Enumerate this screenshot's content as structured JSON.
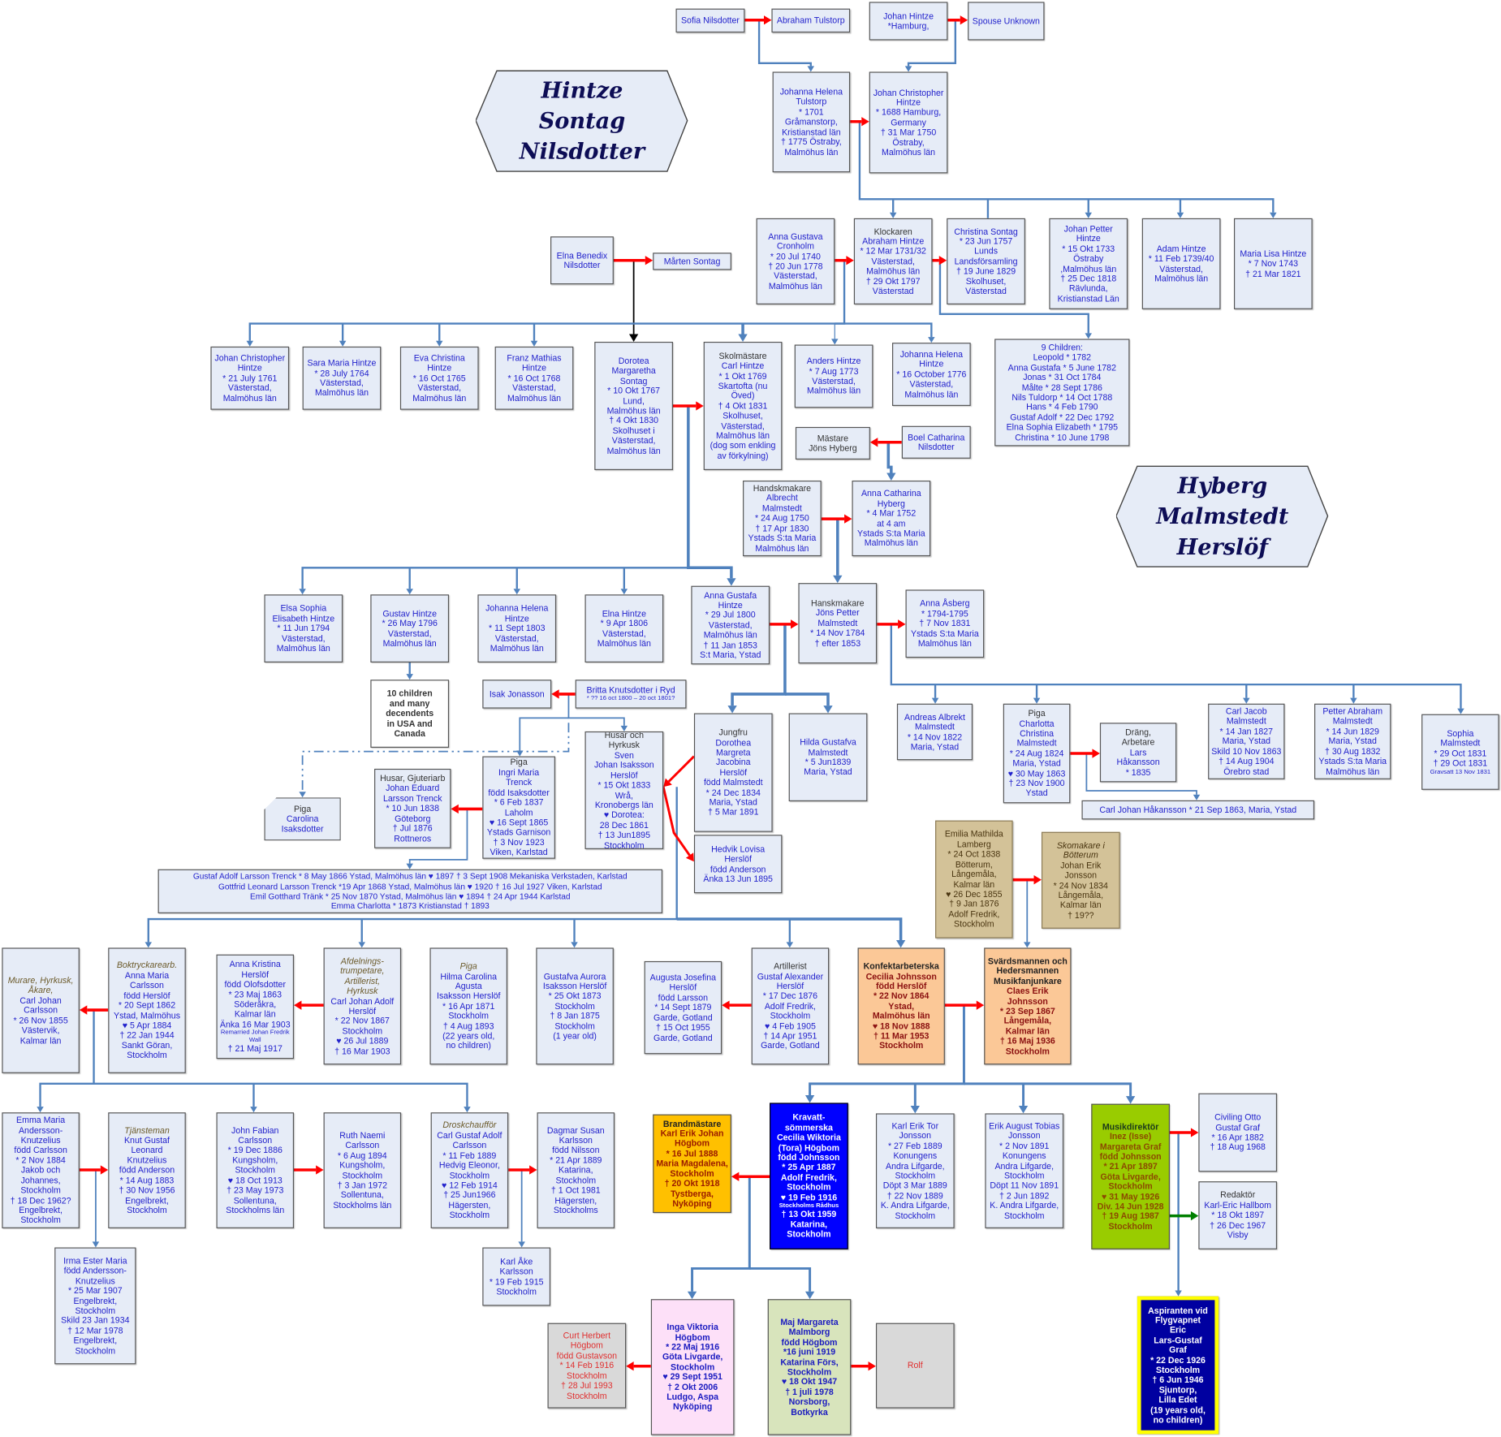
{
  "titles": {
    "left": [
      "Hintze",
      "Sontag",
      "Nilsdotter"
    ],
    "right": [
      "Hyberg",
      "Malmstedt",
      "Herslöf"
    ]
  },
  "colors": {
    "line": "#4f81bd",
    "spouse_arrow": "#ff0000",
    "second_spouse_arrow": "#008000",
    "box": "#e6ecf7",
    "text": "#2222cc"
  },
  "people": {
    "sofia": {
      "text": "Sofia Nilsdotter"
    },
    "abraham_t": {
      "text": "Abraham Tulstorp"
    },
    "johan_h": {
      "text": "Johan Hintze\n*Hamburg,"
    },
    "spouse_unknown": {
      "text": "Spouse Unknown"
    },
    "johanna_t": {
      "text": "Johanna Helena\nTulstorp\n* 1701\nGråmanstorp,\nKristianstad län\n† 1775 Östraby,\nMalmöhus län"
    },
    "johan_c": {
      "text": "Johan Christopher\nHintze\n* 1688 Hamburg,\nGermany\n† 31 Mar 1750\nÖstraby,\nMalmöhus län"
    },
    "anna_gc": {
      "text": "Anna Gustava\nCronholm\n* 20 Jul 1740\n† 20 Jun 1778\nVästerstad,\nMalmöhus län"
    },
    "klockaren": {
      "role": "Klockaren",
      "text": "Abraham Hintze\n* 12 Mar 1731/32\nVästerstad,\nMalmöhus län\n† 29 Okt 1797\nVästerstad"
    },
    "christina_s": {
      "text": "Christina Sontag\n* 23 Jun 1757\nLunds\nLandsförsamling\n† 19 June 1829\nSkolhuset,\nVästerstad"
    },
    "johan_p": {
      "text": "Johan Petter\nHintze\n* 15 Okt 1733\nÖstraby\n,Malmöhus län\n† 25 Dec 1818\nRävlunda,\nKristianstad Län"
    },
    "adam": {
      "text": "Adam Hintze\n* 11 Feb 1739/40\nVästerstad,\nMalmöhus län"
    },
    "maria_lisa": {
      "text": "Maria Lisa Hintze\n* 7 Nov 1743\n† 21 Mar 1821"
    },
    "elna_b": {
      "text": "Elna Benedix\nNilsdotter"
    },
    "marten": {
      "text": "Mårten Sontag"
    },
    "jc61": {
      "text": "Johan Christopher\nHintze\n* 21 July 1761\nVästerstad,\nMalmöhus län"
    },
    "sara": {
      "text": "Sara Maria Hintze\n* 28 July 1764\nVästerstad,\nMalmöhus län"
    },
    "eva": {
      "text": "Eva Christina\nHintze\n* 16 Oct 1765\nVästerstad,\nMalmöhus län"
    },
    "franz": {
      "text": "Franz Mathias\nHintze\n* 16 Oct 1768\nVästerstad,\nMalmöhus län"
    },
    "dorotea": {
      "text": "Dorotea\nMargaretha\nSontag\n* 10 Okt 1767\nLund,\nMalmöhus län\n† 4 Okt 1830\nSkolhuset i\nVästerstad,\nMalmöhus län"
    },
    "carl_h": {
      "role": "Skolmästare",
      "text": "Carl Hintze\n* 1 Okt 1769\nSkartofta (nu\nÖved)\n† 4 Okt 1831\nSkolhuset,\nVästerstad,\nMalmöhus län\n(dog som enkling\nav förkylning)"
    },
    "anders": {
      "text": "Anders Hintze\n* 7 Aug 1773\nVästerstad,\nMalmöhus län"
    },
    "johanna76": {
      "text": "Johanna Helena\nHintze\n* 16 October 1776\nVästerstad,\nMalmöhus län"
    },
    "nine_children": {
      "text": "9 Children:\nLeopold   * 1782\nAnna Gustafa  * 5 June 1782\nJonas  *  31 Oct 1784\nMålte  *  28 Sept 1786\nNils Tuldorp  * 14 Oct 1788\nHans  * 4 Feb 1790\nGustaf Adolf  * 22 Dec 1792\nElna Sophia  Elizabeth   *  1795\nChristina  * 10 June 1798"
    },
    "mastare": {
      "role": "Mästare\nJöns Hyberg"
    },
    "boel": {
      "text": "Boel Catharina\nNilsdotter"
    },
    "albrecht": {
      "role": "Handskmakare",
      "text": "Albrecht Malmstedt\n* 24 Aug 1750\n† 17 Apr 1830\nYstads S:ta Maria\nMalmöhus län"
    },
    "anna_cat": {
      "text": "Anna Catharina\nHyberg\n* 4 Mar 1752\nat 4 am\nYstads S:ta Maria\nMalmöhus län"
    },
    "elsa": {
      "text": "Elsa Sophia\nElisabeth Hintze\n* 11 Jun 1794\nVästerstad,\nMalmöhus län"
    },
    "gustav": {
      "text": "Gustav Hintze\n* 26 May 1796\nVästerstad,\nMalmöhus län"
    },
    "johanna03": {
      "text": "Johanna Helena\nHintze\n* 11 Sept 1803\nVästerstad,\nMalmöhus län"
    },
    "elna_h": {
      "text": "Elna Hintze\n* 9 Apr 1806\nVästerstad,\nMalmöhus län"
    },
    "anna_g00": {
      "text": "Anna Gustafa\nHintze\n* 29 Jul 1800\nVästerstad,\nMalmöhus län\n† 11 Jan 1853\nS:t Maria, Ystad"
    },
    "jons": {
      "role": "Hanskmakare",
      "text": "Jöns Petter\nMalmstedt\n* 14 Nov 1784\n†  efter 1853"
    },
    "anna_a": {
      "text": "Anna Åsberg\n* 1794-1795\n† 7 Nov 1831\nYstads S:ta Maria\nMalmöhus län"
    },
    "children10": {
      "text": "10 children\nand many\ndecendents\nin USA and\nCanada"
    },
    "isak": {
      "text": "Isak Jonasson"
    },
    "britta": {
      "text": "Britta Knutsdotter i Ryd",
      "sub": "* ?? 16 oct 1800 – 20 oct 1801?"
    },
    "andreas": {
      "text": "Andreas Albrekt\nMalmstedt\n* 14 Nov 1822\nMaria, Ystad"
    },
    "charlotta": {
      "role": "Piga",
      "text": "Charlotta\nChristina\nMalmstedt\n* 24 Aug 1824\nMaria, Ystad\n♥ 30 May 1863\n† 23 Nov 1900\nYstad"
    },
    "drang": {
      "role": "Dräng,\nArbetare",
      "text": "Lars\nHåkansson\n* 1835"
    },
    "carl_jacob": {
      "text": "Carl Jacob\nMalmstedt\n* 14 Jan 1827\nMaria, Ystad\nSkild 10 Nov 1863\n† 14 Aug 1904\nÖrebro stad"
    },
    "petter_abr": {
      "text": "Petter Abraham\nMalmstedt\n* 14 Jun 1829\nMaria, Ystad\n† 30 Aug 1832\nYstads S:ta Maria\nMalmöhus län"
    },
    "sophia": {
      "text": "Sophia\nMalmstedt\n* 29 Oct 1831\n† 29 Oct 1831",
      "sub": "Gravsatt 13 Nov 1831"
    },
    "carl_johan_h": {
      "text": "Carl Johan  Håkansson   *  21 Sep 1863, Maria, Ystad"
    },
    "jungfru": {
      "role": "Jungfru",
      "text": "Dorothea\nMargreta\nJacobina\nHerslöf\nfödd Malmstedt\n* 24 Dec 1834\nMaria, Ystad\n† 5 Mar 1891"
    },
    "hilda": {
      "text": "Hilda Gustafva\nMalmstedt\n* 5 Jun1839\nMaria, Ystad"
    },
    "husar_sven": {
      "role": "Husar och\nHyrkusk",
      "text": "Sven\nJohan Isaksson\nHerslöf\n* 15 Okt 1833\nWrå,\nKronobergs län\n♥ Dorotea:\n28 Dec 1861\n† 13 Jun1895\nStockholm"
    },
    "ingri": {
      "role": "Piga",
      "text": "Ingri Maria\nTrenck\nfödd Isaksdotter\n*  6 Feb 1837\nLaholm\n♥  16 Sept 1865\nYstads Garnison\n† 3 Nov 1923\nViken, Karlstad"
    },
    "husar_gjut": {
      "role": "Husar, Gjuteriarb",
      "text": "Johan Eduard\nLarsson Trenck\n* 10 Jun 1838\nGöteborg\n†  Jul 1876\nRottneros"
    },
    "carolina": {
      "role": "Piga",
      "text": "Carolina\nIsaksdotter"
    },
    "hedvik": {
      "text": "Hedvik Lovisa Herslöf\nfödd Anderson\nÄnka 13 Jun 1895"
    },
    "trenck": {
      "text": "Gustaf Adolf Larsson Trenck  * 8 May 1866 Ystad, Malmöhus län  ♥ 1897  †  3 Sept 1908 Mekaniska Verkstaden, Karlstad\nGottfrid Leonard Larsson Trenck  *19 Apr 1868 Ystad, Malmöhus län  ♥ 1920  †  16 Jul 1927  Viken, Karlstad\nEmil Gotthard  Tränk * 25 Nov 1870 Ystad, Malmöhus län  ♥ 1894  †  24 Apr 1944 Karlstad\nEmma Charlotta  * 1873 Kristianstad   †  1893"
    },
    "emilia": {
      "text": "Emilia Mathilda\nLamberg\n* 24 Oct 1838\nBötterum,\nLångemåla,\nKalmar län\n♥ 26 Dec 1855\n† 9 Jan 1876\nAdolf Fredrik,\nStockholm"
    },
    "skomakare": {
      "role": "Skomakare i\nBötterum",
      "text": "Johan Erik\nJonsson\n* 24 Nov 1834\nLångemåla,\nKalmar län\n† 19??"
    },
    "murare": {
      "role": "Murare, Hyrkusk,\nÅkare,",
      "text": "Carl Johan\nCarlsson\n* 26 Nov 1855\nVästervik,\nKalmar län"
    },
    "anna_maria": {
      "role": "Boktryckarearb.",
      "text": "Anna Maria\nCarlsson\nfödd Herslöf\n* 20 Sept 1862\nYstad, Malmöhus\n♥ 5 Apr 1884\n†  22 Jan 1944\nSankt Göran,\nStockholm"
    },
    "anna_kristina": {
      "text": "Anna Kristina\nHerslöf\nfödd Olofsdotter\n* 23 Maj 1863\nSöderåkra,\nKalmar län\nÄnka 16 Mar 1903",
      "sub": "Remarried Johan Fredrik\nWall",
      "text2": "† 21 Maj 1917"
    },
    "carl_johan_adolf": {
      "role": "Afdelnings-\ntrumpetare,\nArtillerist,\nHyrkusk",
      "text": "Carl Johan Adolf\nHerslöf\n* 22 Nov 1867\nStockholm\n♥  26 Jul 1889\n†  16 Mar 1903"
    },
    "hilma": {
      "role": "Piga",
      "text": "Hilma Carolina\nAgusta\nIsaksson Herslöf\n* 16 Apr 1871\nStockholm\n† 4 Aug 1893\n(22 years old,\nno children)"
    },
    "gustafva": {
      "text": "Gustafva Aurora\nIsaksson Herslöf\n* 25 Okt 1873\nStockholm\n† 8 Jan 1875\nStockholm\n(1 year old)"
    },
    "augusta": {
      "text": "Augusta Josefina\nHerslöf\nfödd Larsson\n* 14 Sept  1879\nGarde, Gotland\n† 15 Oct 1955\nGarde, Gotland"
    },
    "gustaf_alex": {
      "role": "Artillerist",
      "text": "Gustaf Alexander\nHerslöf\n* 17 Dec 1876\nAdolf Fredrik,\nStockholm\n♥  4 Feb 1905\n† 14 Apr 1951\nGarde, Gotland"
    },
    "cecilia": {
      "role": "Konfektarbeterska",
      "text": "Cecilia Johnsson\nfödd Herslöf\n* 22 Nov 1864\nYstad,\nMalmöhus län\n♥ 18 Nov 1888\n† 11 Mar 1953\nStockholm"
    },
    "claes": {
      "role": "Svärdsmannen och\nHedersmannen\nMusikfanjunkare",
      "text": "Claes Erik\nJohnsson\n* 23 Sep 1867\nLångemåla,\nKalmar län\n† 16 Maj 1936\nStockholm"
    },
    "emma": {
      "text": "Emma Maria\nAndersson-\nKnutzelius\nfödd  Carlsson\n* 2 Nov 1884\nJakob och\nJohannes,\nStockholm\n† 18 Dec 1962?\nEngelbrekt,\nStockholm"
    },
    "knut": {
      "role": "Tjänsteman",
      "text": "Knut Gustaf\nLeonard\nKnutzelius\nfödd Anderson\n* 14 Aug 1883\n†  30 Nov 1956\nEngelbrekt,\nStockholm"
    },
    "john_fabian": {
      "text": "John Fabian\nCarlsson\n* 19  Dec 1886\nKungsholm,\nStockholm\n♥ 18 Oct 1913\n†  23 May 1973\nSollentuna,\nStockholms län"
    },
    "ruth": {
      "text": "Ruth Naemi\nCarlsson\n* 6 Aug  1894\nKungsholm,\nStockholm\n†  3 Jan 1972\nSollentuna,\nStockholms län"
    },
    "carl_gustaf": {
      "role": "Droskchaufför",
      "text": "Carl Gustaf Adolf\nCarlsson\n* 11 Feb 1889\nHedvig Eleonor,\nStockholm\n♥ 12 Feb 1914\n†  25 Jun1966\nHägersten,\nStockholm"
    },
    "dagmar": {
      "text": "Dagmar Susan\nKarlsson\nfödd Nilsson\n* 21 Apr 1889\nKatarina,\nStockholm\n†  1 Oct 1981\nHägersten,\nStockholms"
    },
    "karl_brand": {
      "role": "Brandmästare",
      "text": "Karl Erik Johan\nHögbom\n* 16 Jul 1888\nMaria Magdalena,\nStockholm\n† 20 Okt 1918\nTystberga,\nNyköping"
    },
    "cecilia_w": {
      "text": "Kravatt-\nsömmerska\nCecilia Wiktoria\n(Tora) Högbom\nfödd Johnsson\n* 25 Apr 1887\nAdolf Fredrik,\nStockholm\n♥ 19 Feb 1916",
      "sub": "Stockholms  Rådhus",
      "text2": "† 13 Okt 1959\nKatarina,\nStockholm"
    },
    "karl_erik_tor": {
      "text": "Karl Erik Tor\nJonsson\n* 27 Feb 1889\nKonungens\nAndra Lifgarde,\nStockholm\nDöpt 3 Mar 1889\n† 22 Nov 1889\nK. Andra Lifgarde,\nStockholm"
    },
    "erik_august": {
      "text": "Erik August Tobias\nJonsson\n* 2 Nov 1891\nKonungens\nAndra Lifgarde,\nStockholm\nDöpt 11 Nov 1891\n† 2 Jun 1892\nK. Andra Lifgarde,\nStockholm"
    },
    "inez": {
      "role": "Musikdirektör",
      "text": "Inez (Isse)\nMargareta Graf\nfödd Johnsson\n* 21 Apr 1897\nGöta Livgarde,\nStockholm\n♥ 31 May 1926\nDiv. 14 Jun 1928\n† 19 Aug 1987\nStockholm"
    },
    "otto": {
      "text": "Civiling Otto\nGustaf  Graf\n* 16 Apr 1882\n† 18 Aug 1968"
    },
    "redaktor": {
      "role": "Redaktör",
      "text": "Karl-Eric Hallbom\n* 18 Okt 1897\n† 26 Dec 1967\nVisby"
    },
    "irma": {
      "text": "Irma Ester Maria\nfödd Andersson-\nKnutzelius\n* 25 Mar 1907\nEngelbrekt,\nStockholm\nSkild 23 Jan 1934\n† 12 Mar 1978\nEngelbrekt,\nStockholm"
    },
    "karl_ake": {
      "text": "Karl Åke\nKarlsson\n* 19 Feb 1915\nStockholm"
    },
    "curt": {
      "text": "Curt Herbert\nHögbom\nfödd Gustavson\n* 14 Feb 1916\nStockholm\n† 28 Jul 1993\nStockholm"
    },
    "inga": {
      "text": "Inga Viktoria\nHögbom\n* 22 Maj 1916\nGöta Livgarde,\nStockholm\n♥  29 Sept 1951\n† 2 Okt 2006\nLudgo, Aspa\nNyköping"
    },
    "maj": {
      "text": "Maj Margareta\nMalmborg\nfödd Högbom\n*16 juni 1919\nKatarina Förs,\nStockholm\n♥  18 Okt 1947\n† 1 juli 1978\nNorsborg,\nBotkyrka"
    },
    "rolf": {
      "text": "Rolf"
    },
    "eric": {
      "text": "Aspiranten vid\nFlygvapnet\nEric\nLars-Gustaf\nGraf\n* 22 Dec 1926\nStockholm\n† 6 Jun 1946\nSjuntorp,\nLilla Edet\n(19 years old,\nno children)"
    }
  }
}
